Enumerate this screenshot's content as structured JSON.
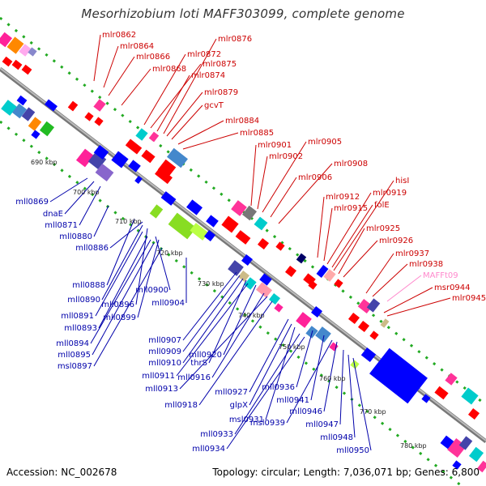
{
  "title": "Mesorhizobium loti MAFF303099, complete genome",
  "footer": {
    "accession": "Accession: NC_002678",
    "summary": "Topology: circular; Length: 7,036,071 bp; Genes: 6,800"
  },
  "colors": {
    "forward_label": "#cc0000",
    "reverse_label": "#0000aa",
    "rna_label": "#ff88cc",
    "backbone": "#999999",
    "tick_dots": "#22aa22"
  },
  "kbp_ticks": [
    "690 kbp",
    "700 kbp",
    "710 kbp",
    "720 kbp",
    "730 kbp",
    "740 kbp",
    "750 kbp",
    "760 kbp",
    "770 kbp",
    "780 kbp"
  ],
  "forward_labels": [
    "mlr0862",
    "mlr0864",
    "mlr0866",
    "mlr0868",
    "mlr0872",
    "mlr0875",
    "mlr0874",
    "mlr0876",
    "mlr0879",
    "gcvT",
    "mlr0884",
    "mlr0885",
    "mlr0901",
    "mlr0902",
    "mlr0905",
    "mlr0906",
    "mlr0908",
    "mlr0912",
    "mlr0915",
    "mlr0919",
    "folE",
    "hisI",
    "mlr0925",
    "mlr0926",
    "mlr0937",
    "mlr0938",
    "msr0944",
    "mlr0945"
  ],
  "rna_labels": [
    "MAFFt09"
  ],
  "reverse_labels": [
    "mll0869",
    "dnaE",
    "mll0871",
    "mll0880",
    "mll0886",
    "mll0888",
    "mll0890",
    "mll0896",
    "mll0900",
    "mll0891",
    "mll0899",
    "mll0904",
    "mll0893",
    "mll0894",
    "mll0895",
    "msl0897",
    "mll0907",
    "mll0909",
    "mll0910",
    "thrS",
    "mll0920",
    "mll0911",
    "mll0916",
    "mll0913",
    "mll0918",
    "mll0927",
    "mll0936",
    "glpX",
    "mll0941",
    "msl0931",
    "mll0946",
    "msl0939",
    "mll0933",
    "mll0947",
    "mll0934",
    "mll0948",
    "mll0950"
  ]
}
